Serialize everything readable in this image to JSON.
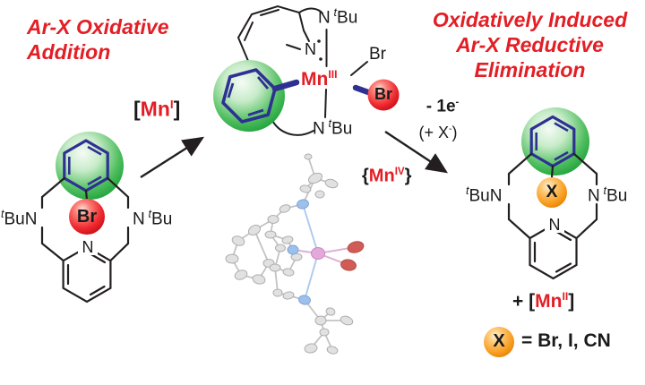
{
  "colors": {
    "accent_red": "#e31e25",
    "aryl_bond_blue": "#2e3192",
    "highlight_green": "#2eb34a",
    "bromine_sphere_red": "#ed1c24",
    "halide_sphere_orange": "#f7941d",
    "bond_black": "#231f20"
  },
  "titles": {
    "left": {
      "line1": "Ar-X Oxidative",
      "line2": "Addition"
    },
    "right": {
      "line1": "Oxidatively Induced",
      "line2": "Ar-X Reductive",
      "line3": "Elimination"
    }
  },
  "species": {
    "mn1": {
      "open": "[",
      "metal": "Mn",
      "ox": "I",
      "close": "]"
    },
    "mn3": {
      "metal": "Mn",
      "ox": "III"
    },
    "mn4": {
      "open": "{",
      "metal": "Mn",
      "ox": "IV",
      "close": "}"
    },
    "mn2": {
      "plus": "+ ",
      "open": "[",
      "metal": "Mn",
      "ox": "II",
      "close": "]"
    }
  },
  "arrow_labels": {
    "electron_loss": {
      "text": "- 1e",
      "sup": "-"
    },
    "halide_gain": {
      "open": "(+ X",
      "sup": "-",
      "close": ")"
    }
  },
  "atoms": {
    "nitrogen": "N",
    "bromine": "Br",
    "x": "X",
    "tbu_t": "t",
    "tbu_bu": "Bu"
  },
  "legend": {
    "x": "X",
    "definition": "= Br, I, CN"
  }
}
